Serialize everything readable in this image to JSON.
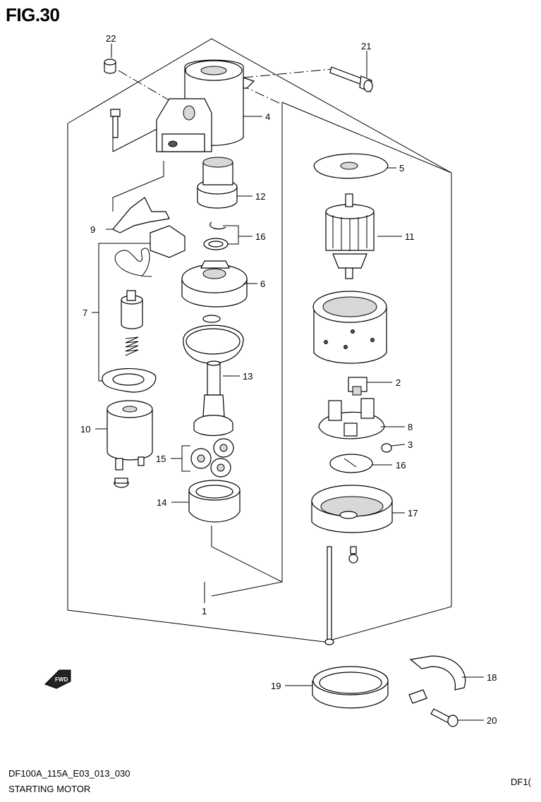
{
  "title": "FIG.30",
  "footer": {
    "code": "DF100A_115A_E03_013_030",
    "name": "STARTING MOTOR",
    "right": "DF1("
  },
  "fwd_label": "FWD",
  "callouts": {
    "c1": "1",
    "c2": "2",
    "c3": "3",
    "c4": "4",
    "c5": "5",
    "c6": "6",
    "c7": "7",
    "c8": "8",
    "c9": "9",
    "c10": "10",
    "c11": "11",
    "c12": "12",
    "c13": "13",
    "c14": "14",
    "c15": "15",
    "c16a": "16",
    "c16b": "16",
    "c17": "17",
    "c18": "18",
    "c19": "19",
    "c20": "20",
    "c21": "21",
    "c22": "22"
  }
}
